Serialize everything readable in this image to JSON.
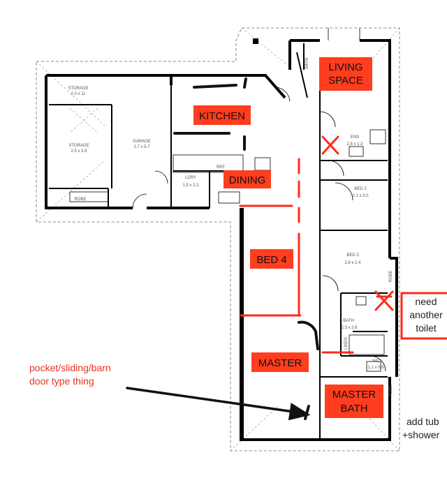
{
  "colors": {
    "accent": "#ff3d1f",
    "wall": "#000000",
    "annotation_line": "#ff2a1a",
    "handwriting": "#111111"
  },
  "rooms": {
    "storage_top": "STORAGE",
    "storage_top_dim": "2.0 x 11",
    "storage_mid": "STORAGE",
    "storage_mid_dim": "2.5 x 3.9",
    "garage": "GARAGE",
    "garage_dim": "2.7 x 5.7",
    "robe_garage": "ROBE",
    "laundry": "LDRY",
    "laundry_dim": "1.5 x 2.2",
    "ref": "REF",
    "ens": "ENS",
    "ens_dim": "2.8 x 1.3",
    "bed2": "BED 2",
    "bed2_dim": "2.1 x 3.0",
    "bed3": "BED 3",
    "bed3_dim": "2.8 x 2.4",
    "bath": "BATH",
    "bath_dim": "2.3 x 2.6",
    "linen": "LINEN",
    "wc": "WC",
    "wc_dim": "1.1 x 0.8",
    "robe_top": "ROBE",
    "robe_bed3": "ROBE",
    "robe_master": "ROBE"
  },
  "overlay_labels": {
    "living_line1": "LIVING",
    "living_line2": "SPACE",
    "kitchen": "KITCHEN",
    "dining": "DINING",
    "bed4": "BED 4",
    "master": "MASTER",
    "master_bath_line1": "MASTER",
    "master_bath_line2": "BATH"
  },
  "notes": {
    "toilet_line1": "need",
    "toilet_line2": "another",
    "toilet_line3": "toilet",
    "pocket_line1": "pocket/sliding/barn",
    "pocket_line2": "door type thing",
    "tub_line1": "add tub",
    "tub_line2": "+shower"
  }
}
